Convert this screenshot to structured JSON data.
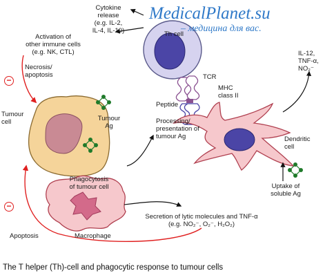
{
  "watermark": {
    "site": "MedicalPlanet.su",
    "tagline": "– медицина для вас."
  },
  "labels": {
    "cytokine_release": [
      "Cytokine",
      "release",
      "(e.g. IL-2,",
      "IL-4, IL-10)"
    ],
    "activation": [
      "Activation of",
      "other immune cells",
      "(e.g. NK, CTL)"
    ],
    "th_cell": "Th cell",
    "necrosis": [
      "Necrosis/",
      "apoptosis"
    ],
    "tcr": "TCR",
    "mhc": [
      "MHC",
      "class II"
    ],
    "peptide": "Peptide",
    "dc_cytokines": [
      "IL-12,",
      "TNF-α,",
      "NO₂⁻"
    ],
    "tumour_cell": [
      "Tumour",
      "cell"
    ],
    "tumour_ag": [
      "Tumour",
      "Ag"
    ],
    "processing": [
      "Processing/",
      "presentation of",
      "tumour Ag"
    ],
    "dendritic_cell": [
      "Dendritic",
      "cell"
    ],
    "phagocytosis": [
      "Phagocytosis",
      "of tumour cell"
    ],
    "uptake": [
      "Uptake of",
      "soluble Ag"
    ],
    "secretion": [
      "Secretion of lytic molecules and TNF-α",
      "(e.g. NO₂⁻, O₂⁻, H₂O₂)"
    ],
    "apoptosis": "Apoptosis",
    "macrophage": "Macrophage",
    "inhibit_symbol": "−"
  },
  "caption": "The T helper (Th)-cell and phagocytic response to tumour cells",
  "colors": {
    "th_cell": "#d6d3ef",
    "th_nucleus": "#4b45a6",
    "dendritic": "#f6c8cc",
    "dendritic_nucleus": "#4b45a6",
    "tumour_cell": "#f5d49a",
    "tumour_nucleus": "#c98a94",
    "macrophage": "#f6c8cc",
    "macrophage_nucleus": "#d36a8a",
    "antigen": "#1f7a2a",
    "inhibit": "#e02020"
  }
}
